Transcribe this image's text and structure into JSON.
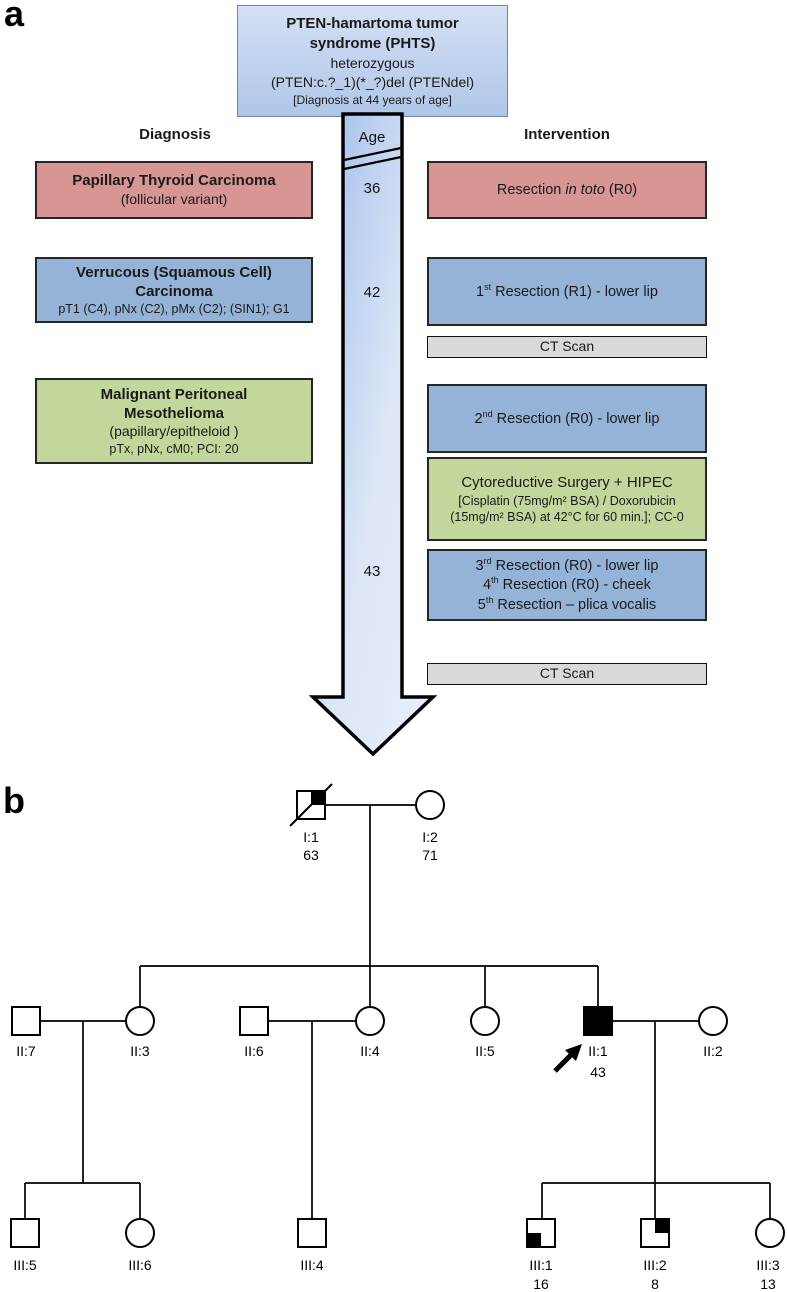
{
  "panel_a": {
    "label": "a",
    "root_box": {
      "title_line1": "PTEN-hamartoma tumor",
      "title_line2": "syndrome (PHTS)",
      "line3": "heterozygous",
      "line4": "(PTEN:c.?_1)(*_?)del (PTENdel)",
      "line5": "[Diagnosis at 44 years of age]"
    },
    "diagnosis_header": "Diagnosis",
    "intervention_header": "Intervention",
    "age_axis": {
      "label": "Age",
      "age_36": "36",
      "age_42": "42",
      "age_43": "43"
    },
    "diagnosis_boxes": [
      {
        "title_line1": "Papillary Thyroid Carcinoma",
        "subtitle": "(follicular variant)",
        "color": "#D79694"
      },
      {
        "title_line1": "Verrucous (Squamous Cell)",
        "title_line2": "Carcinoma",
        "detail": "pT1 (C4), pNx (C2), pMx (C2); (SIN1); G1",
        "color": "#95B3D7"
      },
      {
        "title_line1": "Malignant Peritoneal",
        "title_line2": "Mesothelioma",
        "subtitle": "(papillary/epitheloid )",
        "detail": "pTx, pNx, cM0; PCI: 20",
        "color": "#C3D69B"
      }
    ],
    "interventions": {
      "resection_in_toto": {
        "pre": "Resection ",
        "italic": "in toto",
        "post": " (R0)"
      },
      "resection_1": {
        "num": "1",
        "ord": "st",
        "rest": " Resection (R1) - lower lip"
      },
      "ct_scan_1": "CT Scan",
      "resection_2": {
        "num": "2",
        "ord": "nd",
        "rest": " Resection (R0) - lower lip"
      },
      "hipec": {
        "title": "Cytoreductive Surgery + HIPEC",
        "detail_line1": "[Cisplatin (75mg/m² BSA) / Doxorubicin",
        "detail_line2": "(15mg/m² BSA) at  42°C for 60 min.]; CC-0"
      },
      "resections_345": [
        {
          "num": "3",
          "ord": "rd",
          "rest": " Resection (R0) - lower lip"
        },
        {
          "num": "4",
          "ord": "th",
          "rest": " Resection (R0) - cheek"
        },
        {
          "num": "5",
          "ord": "th",
          "rest": " Resection – plica vocalis"
        }
      ],
      "ct_scan_2": "CT Scan"
    },
    "colors": {
      "red_fill": "#D79694",
      "blue_fill": "#95B3D7",
      "green_fill": "#C3D69B",
      "gray_fill": "#D9D9D9",
      "arrow_fill_light": "#E6EDF9",
      "arrow_fill_dark": "#9FBCE9"
    }
  },
  "panel_b": {
    "label": "b",
    "individuals": [
      {
        "id": "I:1",
        "age": "63",
        "sex": "male",
        "deceased": true,
        "affected": "quadrant"
      },
      {
        "id": "I:2",
        "age": "71",
        "sex": "female",
        "affected": "none"
      },
      {
        "id": "II:7",
        "sex": "male",
        "affected": "none"
      },
      {
        "id": "II:3",
        "sex": "female",
        "affected": "none"
      },
      {
        "id": "II:6",
        "sex": "male",
        "affected": "none"
      },
      {
        "id": "II:4",
        "sex": "female",
        "affected": "none"
      },
      {
        "id": "II:5",
        "sex": "female",
        "affected": "none"
      },
      {
        "id": "II:1",
        "age": "43",
        "sex": "male",
        "affected": "full",
        "proband": true
      },
      {
        "id": "II:2",
        "sex": "female",
        "affected": "none"
      },
      {
        "id": "III:5",
        "sex": "male",
        "affected": "none"
      },
      {
        "id": "III:6",
        "sex": "female",
        "affected": "none"
      },
      {
        "id": "III:4",
        "sex": "male",
        "affected": "none"
      },
      {
        "id": "III:1",
        "age": "16",
        "sex": "male",
        "affected": "quadrant"
      },
      {
        "id": "III:2",
        "age": "8",
        "sex": "male",
        "affected": "quadrant"
      },
      {
        "id": "III:3",
        "age": "13",
        "sex": "female",
        "affected": "none"
      }
    ]
  }
}
